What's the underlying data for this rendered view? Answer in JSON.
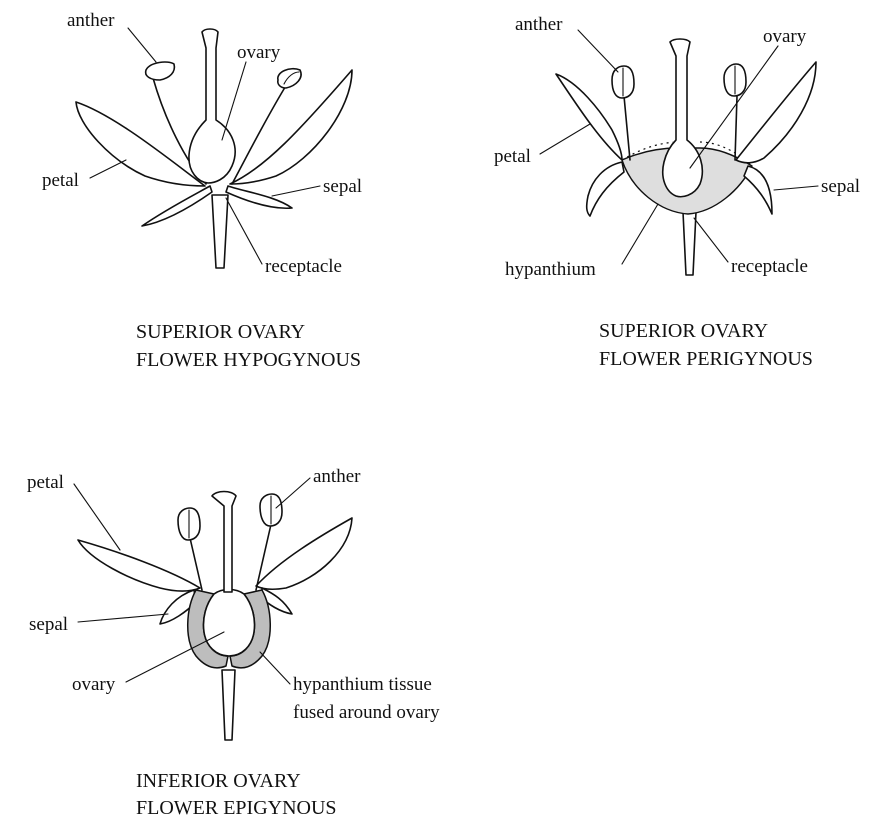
{
  "panels": {
    "hypogynous": {
      "labels": {
        "anther": "anther",
        "ovary": "ovary",
        "petal": "petal",
        "sepal": "sepal",
        "receptacle": "receptacle"
      },
      "caption_line1": "SUPERIOR OVARY",
      "caption_line2": "FLOWER HYPOGYNOUS"
    },
    "perigynous": {
      "labels": {
        "anther": "anther",
        "ovary": "ovary",
        "petal": "petal",
        "sepal": "sepal",
        "hypanthium": "hypanthium",
        "receptacle": "receptacle"
      },
      "caption_line1": "SUPERIOR OVARY",
      "caption_line2": "FLOWER PERIGYNOUS"
    },
    "epigynous": {
      "labels": {
        "petal": "petal",
        "anther": "anther",
        "sepal": "sepal",
        "ovary": "ovary",
        "hypanthium_line1": "hypanthium tissue",
        "hypanthium_line2": "fused around ovary"
      },
      "caption_line1": "INFERIOR OVARY",
      "caption_line2": "FLOWER EPIGYNOUS"
    }
  },
  "colors": {
    "line": "#111111",
    "hypanthium_fill": "#dedede",
    "hypanthium_tissue_fill": "#bdbdbd",
    "background": "#ffffff"
  }
}
